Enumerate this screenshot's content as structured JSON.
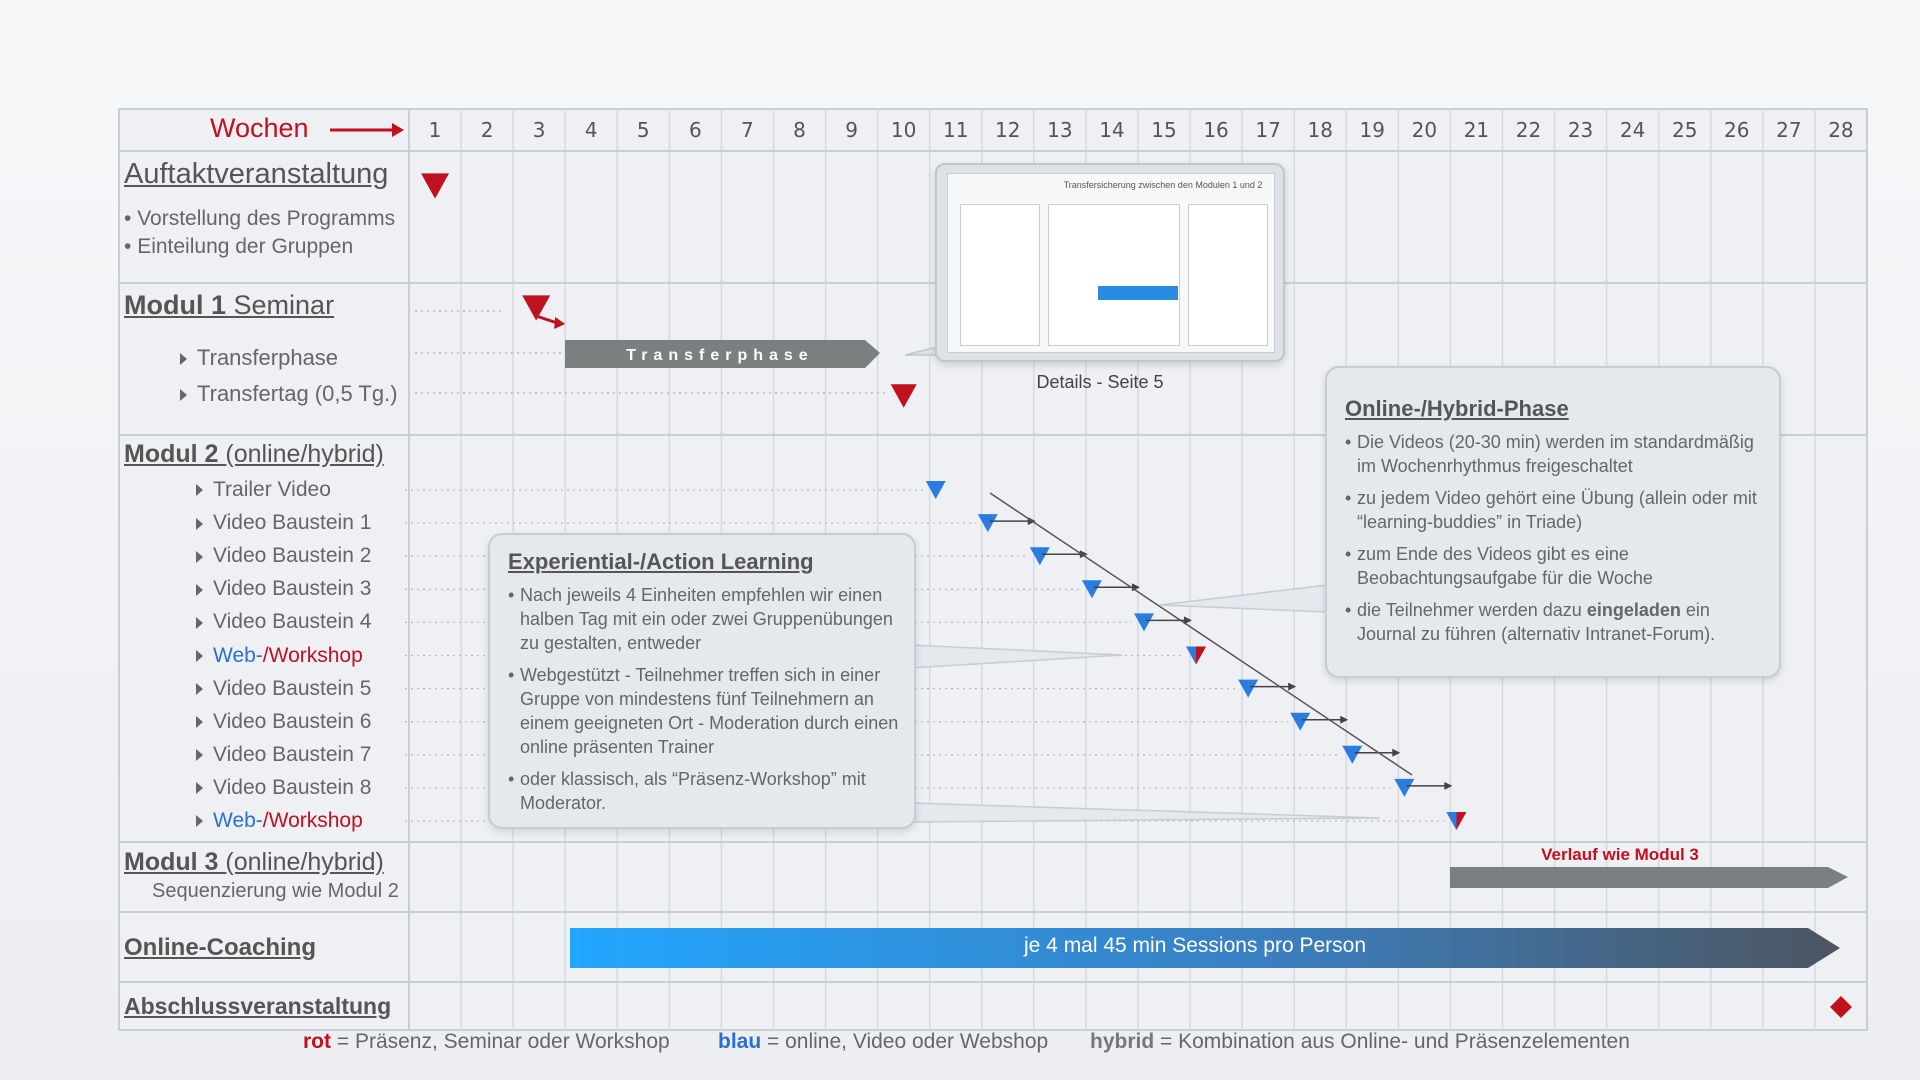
{
  "weeks_label": "Wochen",
  "weeks": [
    "1",
    "2",
    "3",
    "4",
    "5",
    "6",
    "7",
    "8",
    "9",
    "10",
    "11",
    "12",
    "13",
    "14",
    "15",
    "16",
    "17",
    "18",
    "19",
    "20",
    "21",
    "22",
    "23",
    "24",
    "25",
    "26",
    "27",
    "28"
  ],
  "sections": {
    "auftakt": {
      "title": "Auftaktveranstaltung",
      "bullets": [
        "Vorstellung des Programms",
        "Einteilung der Gruppen"
      ]
    },
    "modul1": {
      "title_bold": "Modul 1",
      "title_rest": "Seminar",
      "items": [
        "Transferphase",
        "Transfertag (0,5 Tg.)"
      ],
      "bar_label": "Transferphase"
    },
    "modul2": {
      "title_bold": "Modul 2",
      "title_rest": "(online/hybrid)",
      "items": [
        "Trailer Video",
        "Video Baustein 1",
        "Video Baustein 2",
        "Video Baustein 3",
        "Video Baustein 4",
        "Web-/Workshop",
        "Video Baustein 5",
        "Video Baustein 6",
        "Video Baustein 7",
        "Video Baustein 8",
        "Web-/Workshop"
      ],
      "web_part": "Web-",
      "workshop_part": "/Workshop"
    },
    "modul3": {
      "title_bold": "Modul 3",
      "title_rest": "(online/hybrid)",
      "subtitle": "Sequenzierung wie Modul 2",
      "bar_label": "Verlauf wie Modul 3"
    },
    "coaching": {
      "title": "Online-Coaching",
      "bar_label": "je 4 mal 45 min Sessions pro Person"
    },
    "abschluss": {
      "title": "Abschlussveranstaltung"
    }
  },
  "thumbnail": {
    "title": "Transfersicherung zwischen den Modulen 1 und 2",
    "caption": "Details - Seite 5"
  },
  "callout_hybrid": {
    "title": "Online-/Hybrid-Phase",
    "bullets": [
      "Die Videos (20-30 min) werden im standardmäßig im Wochenrhythmus freigeschaltet",
      "zu jedem Video gehört eine Übung (allein oder mit “learning-buddies” in Triade)",
      "zum Ende des Videos gibt es eine Beobachtungsaufgabe für die Woche"
    ],
    "last_pre": "die Teilnehmer werden dazu ",
    "last_bold": "eingeladen",
    "last_post": " ein Journal zu führen (alternativ Intranet-Forum)."
  },
  "callout_action": {
    "title": "Experiential-/Action Learning",
    "bullets": [
      "Nach jeweils 4 Einheiten empfehlen wir einen halben Tag mit ein oder zwei Gruppenübungen zu gestalten, entweder",
      "Webgestützt - Teilnehmer treffen sich in einer Gruppe von mindestens fünf Teilnehmern an einem geeigneten Ort - Moderation durch einen online präsenten Trainer",
      "oder klassisch, als “Präsenz-Workshop” mit Moderator."
    ]
  },
  "legend": {
    "rot": "rot",
    "rot_text": "= Präsenz, Seminar oder Workshop",
    "blau": "blau",
    "blau_text": "= online, Video oder Webshop",
    "hybrid": "hybrid",
    "hybrid_text": "= Kombination aus Online- und Präsenzelementen"
  },
  "colors": {
    "red": "#c0111f",
    "blue": "#2a7ce0",
    "grey_bar": "#7a7f80",
    "text": "#555555"
  }
}
